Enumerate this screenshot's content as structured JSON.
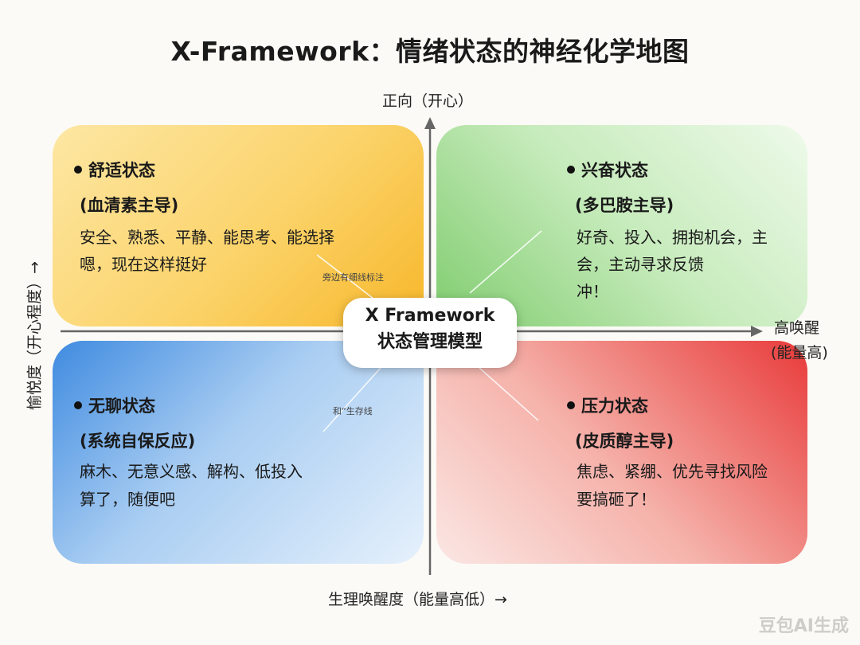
{
  "title": "X-Framework：情绪状态的神经化学地图",
  "axes": {
    "top_label": "正向（开心）",
    "right_label_line1": "高唤醒",
    "right_label_line2": "(能量高)",
    "left_label": "愉悦度（开心程度）→",
    "bottom_label": "生理唤醒度（能量高低）→"
  },
  "center": {
    "line1": "X Framework",
    "line2": "状态管理模型"
  },
  "quadrants": {
    "top_left": {
      "title": "舒适状态",
      "subtitle": "(血清素主导)",
      "lines": [
        "安全、熟悉、平静、能思考、能选择",
        "嗯，现在这样挺好"
      ],
      "note": "旁边有细线标注",
      "color": "#f9c84a"
    },
    "top_right": {
      "title": "兴奋状态",
      "subtitle": "(多巴胺主导)",
      "lines": [
        "好奇、投入、拥抱机会，主",
        "会，主动寻求反馈",
        "冲！"
      ],
      "color": "#8fd47e"
    },
    "bottom_left": {
      "title": "无聊状态",
      "subtitle": "(系统自保反应)",
      "lines": [
        "麻木、无意义感、解构、低投入",
        "算了，随便吧"
      ],
      "note": "和“生存线",
      "color": "#4a93e2"
    },
    "bottom_right": {
      "title": "压力状态",
      "subtitle": "(皮质醇主导)",
      "lines": [
        "焦虑、紧绷、优先寻找风险",
        "要搞砸了！"
      ],
      "color": "#e84545"
    }
  },
  "watermark": "豆包AI生成"
}
